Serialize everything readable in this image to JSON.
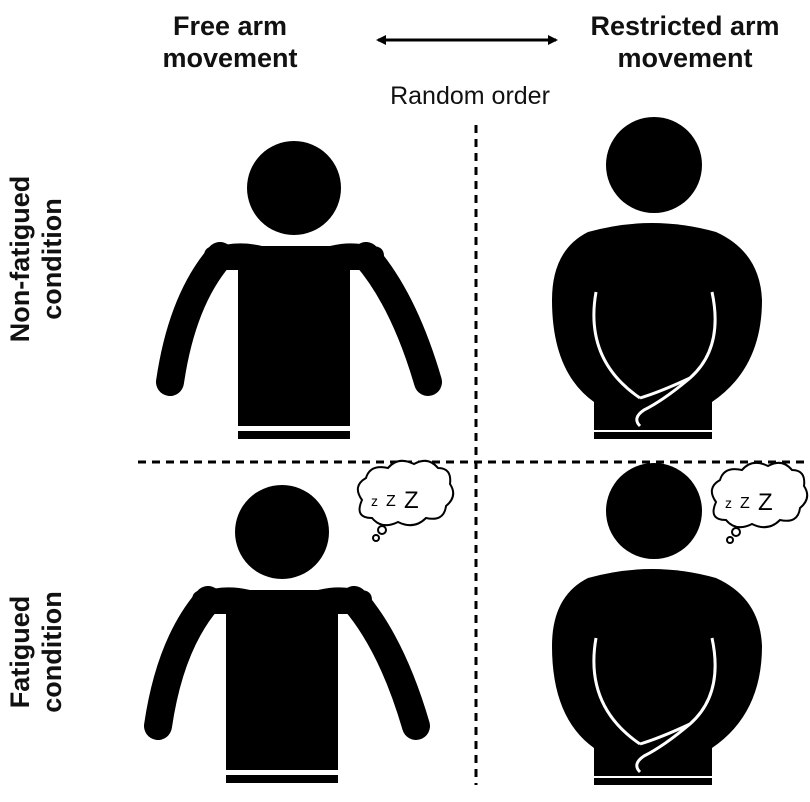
{
  "headers": {
    "free_line1": "Free arm",
    "free_line2": "movement",
    "restricted_line1": "Restricted arm",
    "restricted_line2": "movement",
    "random_order": "Random order"
  },
  "rows": {
    "nonfatigued_line1": "Non-fatigued",
    "nonfatigued_line2": "condition",
    "fatigued_line1": "Fatigued",
    "fatigued_line2": "condition"
  },
  "sleep": {
    "z_small": "z",
    "z_medium": "Z",
    "z_large": "Z"
  },
  "colors": {
    "figure": "#000000",
    "background": "#ffffff"
  }
}
